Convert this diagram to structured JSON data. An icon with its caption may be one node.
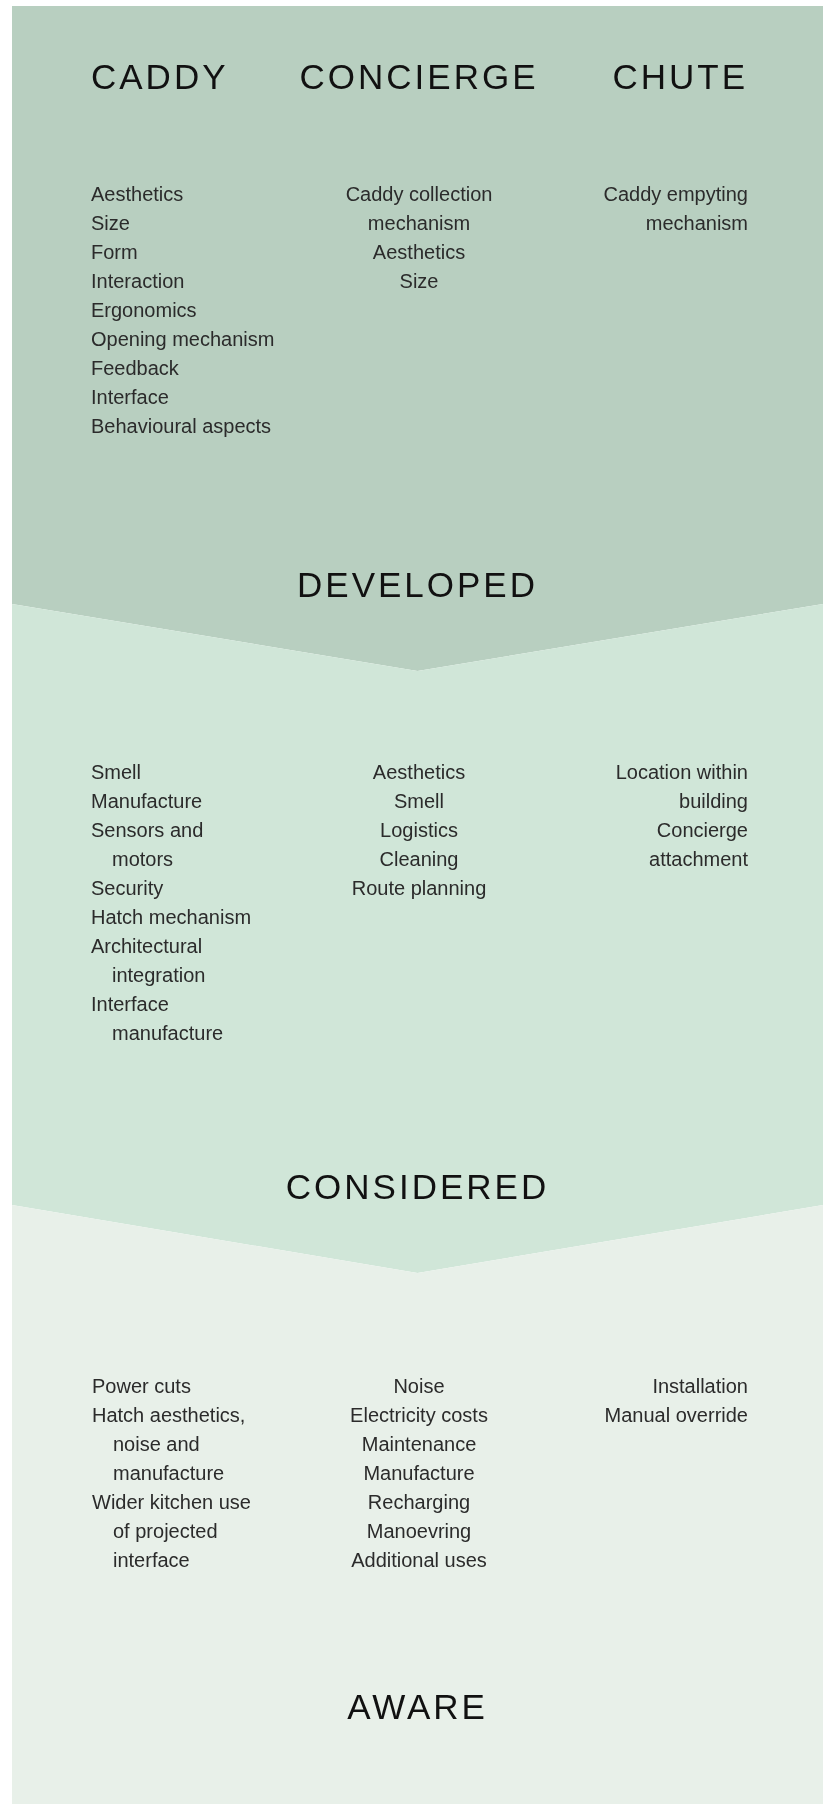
{
  "diagram": {
    "nodes": [
      {
        "text": [
          "DEVELOPED"
        ]
      },
      {
        "text": [
          "CONSIDERED"
        ]
      },
      {
        "text": [
          "AWARE"
        ]
      }
    ],
    "labels": [
      "CADDY",
      "CONCIERGE",
      "CHUTE",
      "Aesthetics",
      "Size",
      "Form",
      "Interaction",
      "Ergonomics",
      "Opening mechanism",
      "Feedback",
      "Interface",
      "Behavioural aspects",
      "Caddy collection mechanism",
      "Aesthetics",
      "Size",
      "Caddy empyting mechanism",
      "Smell",
      "Manufacture",
      "Sensors and motors",
      "Security",
      "Hatch mechanism",
      "Architectural integration",
      "Interface manufacture",
      "Aesthetics",
      "Smell",
      "Logistics",
      "Cleaning",
      "Route planning",
      "Location within building",
      "Concierge attachment",
      "Power cuts",
      "Hatch aesthetics, noise and manufacture",
      "Wider kitchen use of projected interface",
      "Noise",
      "Electricity costs",
      "Maintenance",
      "Manufacture",
      "Recharging",
      "Manoevring",
      "Additional uses",
      "Installation",
      "Manual override"
    ]
  }
}
